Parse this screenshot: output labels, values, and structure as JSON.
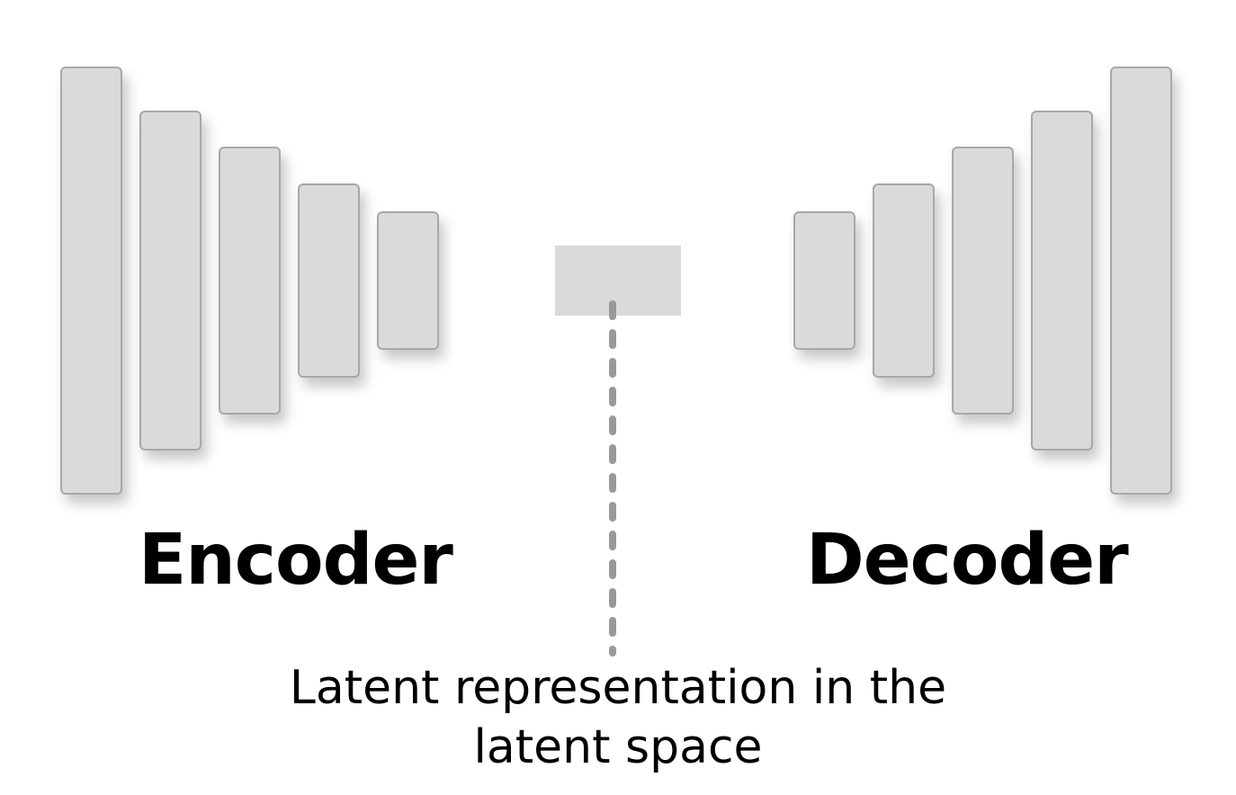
{
  "encoder": {
    "label": "Encoder",
    "layer_count": 5
  },
  "decoder": {
    "label": "Decoder",
    "layer_count": 5
  },
  "latent": {
    "caption_line_1": "Latent representation in the",
    "caption_line_2": "latent space"
  },
  "colors": {
    "layer_fill": "#dadada",
    "layer_border": "#a8a8a8",
    "connector": "#999999",
    "text": "#000000"
  }
}
